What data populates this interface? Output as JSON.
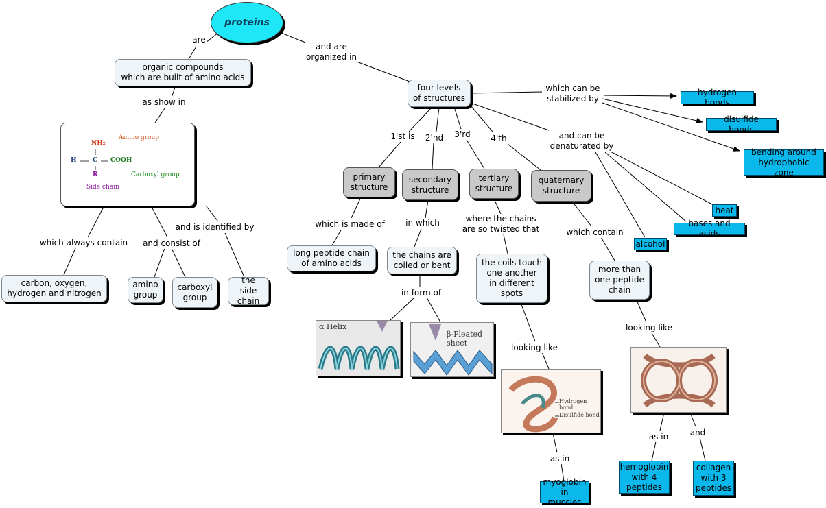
{
  "root": "proteins",
  "nodes": {
    "organic": "organic compounds\nwhich are built of amino acids",
    "four_levels": "four levels\nof structures",
    "hydrogen_bonds": "hydrogen bonds",
    "disulfide_bonds": "disulfide bonds",
    "bending": "bending around\nhydrophobic zone",
    "primary": "primary\nstructure",
    "secondary": "secondary\nstructure",
    "tertiary": "tertiary\nstructure",
    "quaternary": "quaternary\nstructure",
    "heat": "heat",
    "bases_acids": "bases and acids",
    "alcohol": "alcohol",
    "long_peptide": "long peptide chain\nof amino acids",
    "coiled": "the chains are\ncoiled or bent",
    "coils_touch": "the coils touch\none another\nin different\nspots",
    "more_than": "more than\none peptide\nchain",
    "elements": "carbon, oxygen,\nhydrogen and nitrogen",
    "amino_group": "amino\ngroup",
    "carboxyl_group": "carboxyl\ngroup",
    "side_chain": "the side\nchain",
    "myoglobin": "myoglobin\nin muscles",
    "hemoglobin": "hemoglobin\nwith 4\npeptides",
    "collagen": "collagen\nwith 3\npeptides"
  },
  "links": {
    "are": "are",
    "organized": "and are\norganized in",
    "as_show_in": "as show in",
    "stabilized": "which can be\nstabilized by",
    "denaturated": "and can be\ndenaturated by",
    "first": "1'st is",
    "second": "2'nd",
    "third": "3'rd",
    "fourth": "4'th",
    "made_of": "which is made of",
    "in_which": "in which",
    "twisted": "where the chains\nare so twisted that",
    "which_contain": "which contain",
    "always_contain": "which always contain",
    "consist_of": "and consist of",
    "identified_by": "and is identified by",
    "in_form_of": "in form of",
    "looking_like_1": "looking like",
    "looking_like_2": "looking like",
    "as_in_1": "as in",
    "as_in_2": "as in",
    "and": "and"
  },
  "images": {
    "amino_acid": {
      "nh2": "NH₂",
      "amino_group": "Amino group",
      "h": "H",
      "c": "C",
      "cooh": "COOH",
      "carboxyl_group": "Carboxyl group",
      "r": "R",
      "side_chain": "Side chain"
    },
    "helix": "α Helix",
    "sheet": "β-Pleated sheet",
    "tertiary_hbond": "Hydrogen bond",
    "tertiary_disulfide": "Disulfide bond"
  },
  "colors": {
    "root_fill": "#1ee8f8",
    "blue_node": "#0ab8ec",
    "gray_node": "#c9c9c9",
    "light_node": "#eef4f7"
  }
}
